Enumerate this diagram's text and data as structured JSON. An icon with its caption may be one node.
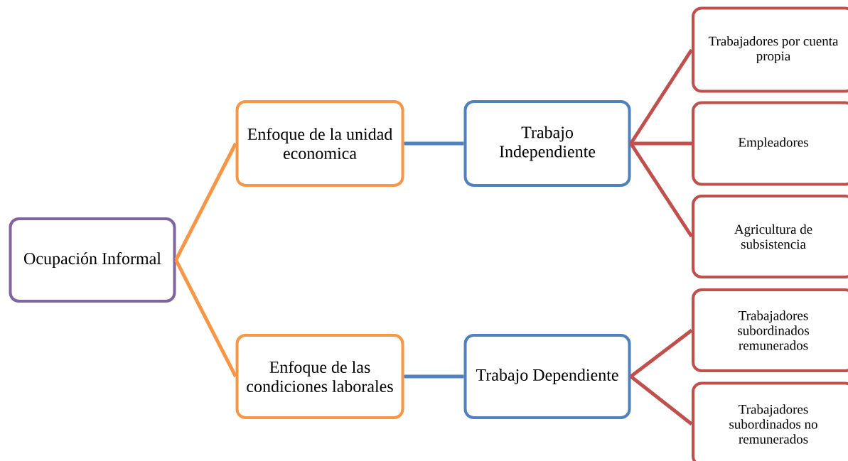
{
  "diagram": {
    "nodes": [
      {
        "text": [
          "Ocupación Informal"
        ]
      },
      {
        "text": [
          "Enfoque de la unidad economica"
        ]
      },
      {
        "text": [
          "Enfoque de las condiciones laborales"
        ]
      },
      {
        "text": [
          "Trabajo Independiente"
        ]
      },
      {
        "text": [
          "Trabajo Dependiente"
        ]
      },
      {
        "text": [
          "Trabajadores por cuenta propia"
        ]
      },
      {
        "text": [
          "Empleadores"
        ]
      },
      {
        "text": [
          "Agricultura de subsistencia"
        ]
      },
      {
        "text": [
          "Trabajadores subordinados remunerados"
        ]
      },
      {
        "text": [
          "Trabajadores subordinados no remunerados"
        ]
      }
    ],
    "edges": [
      {
        "from": 0,
        "to": 1,
        "arrow": "none",
        "color": "#f79646"
      },
      {
        "from": 0,
        "to": 2,
        "arrow": "none",
        "color": "#f79646"
      },
      {
        "from": 1,
        "to": 3,
        "arrow": "none",
        "color": "#4f81bd"
      },
      {
        "from": 2,
        "to": 4,
        "arrow": "none",
        "color": "#4f81bd"
      },
      {
        "from": 3,
        "to": 5,
        "arrow": "none"
      },
      {
        "from": 3,
        "to": 6,
        "arrow": "none"
      },
      {
        "from": 3,
        "to": 7,
        "arrow": "none"
      },
      {
        "from": 4,
        "to": 8,
        "arrow": "none"
      },
      {
        "from": 4,
        "to": 9,
        "arrow": "none"
      }
    ]
  }
}
